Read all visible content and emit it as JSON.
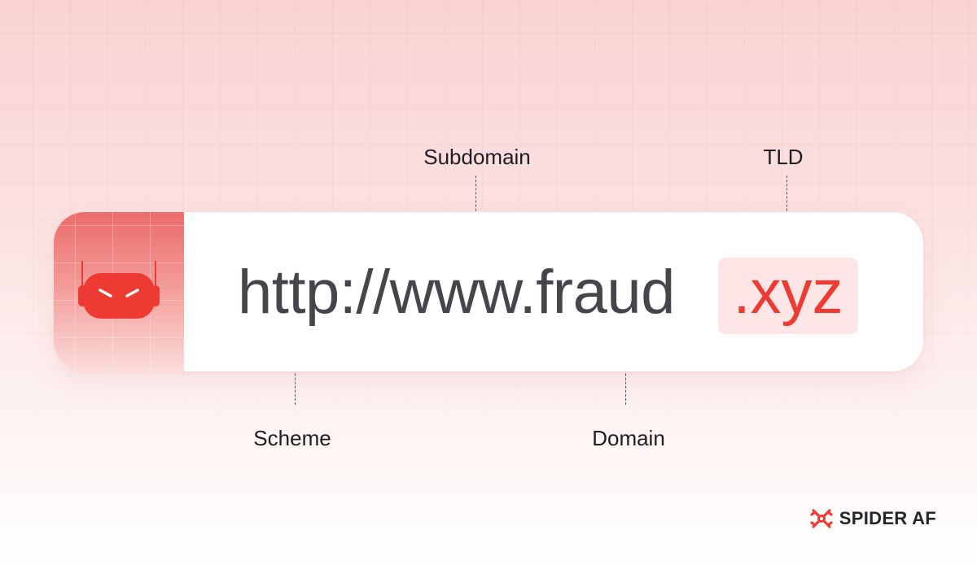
{
  "url": {
    "scheme_subdomain_domain": "http://www.fraud",
    "tld": ".xyz"
  },
  "labels": {
    "subdomain": "Subdomain",
    "tld": "TLD",
    "scheme": "Scheme",
    "domain": "Domain"
  },
  "brand": {
    "name": "SPIDER AF",
    "logo_icon": "spider-af-logo-icon"
  },
  "icons": {
    "url_bar_icon": "robot-face-icon"
  },
  "colors": {
    "accent_red": "#ed3a33",
    "tld_highlight_bg": "#fde6e5",
    "url_text": "#45464b",
    "label_text": "#1e1e22"
  }
}
